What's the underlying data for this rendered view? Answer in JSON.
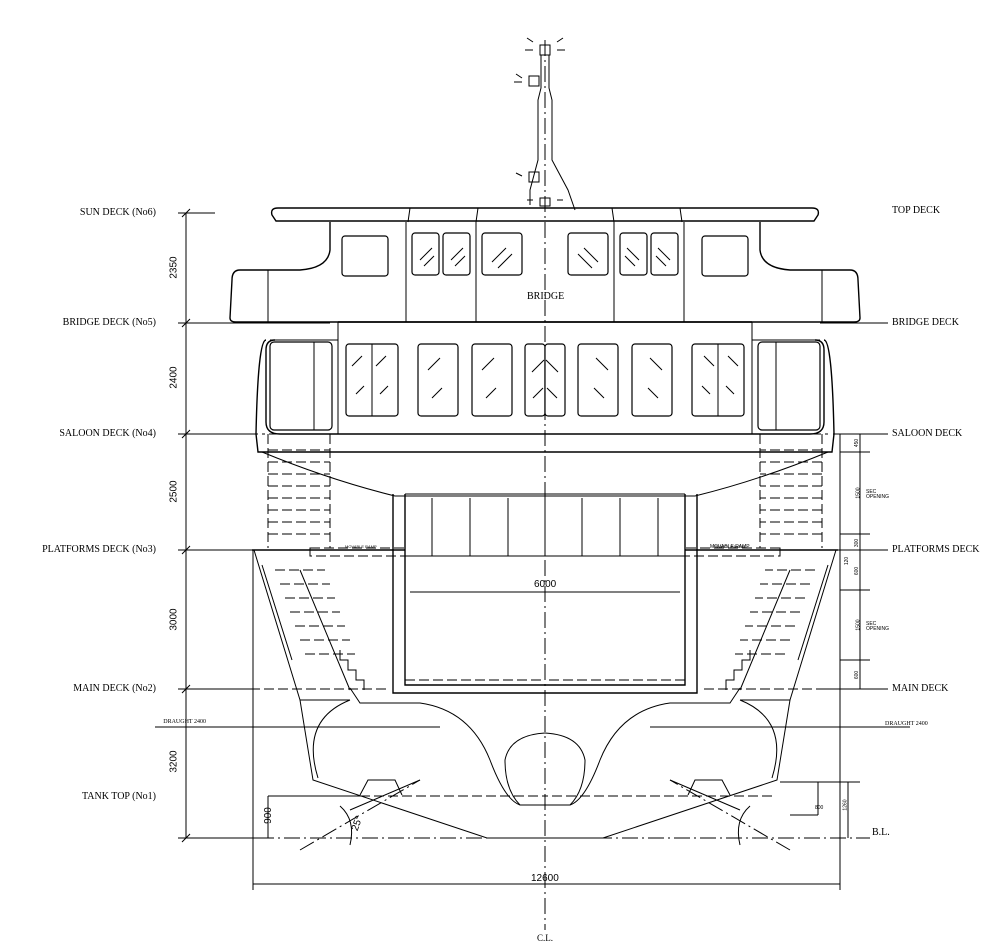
{
  "left_labels": {
    "sun_deck": "SUN DECK (No6)",
    "bridge_deck": "BRIDGE DECK (No5)",
    "saloon_deck": "SALOON DECK (No4)",
    "platforms_deck": "PLATFORMS DECK (No3)",
    "main_deck": "MAIN DECK (No2)",
    "draught": "DRAUGHT 2400",
    "tank_top": "TANK TOP (No1)"
  },
  "right_labels": {
    "top_deck": "TOP DECK",
    "bridge_deck": "BRIDGE DECK",
    "saloon_deck": "SALOON DECK",
    "platforms_deck": "PLATFORMS DECK",
    "main_deck": "MAIN DECK",
    "draught": "DRAUGHT 2400",
    "baseline": "B.L."
  },
  "vertical_dims": [
    "2350",
    "2400",
    "2500",
    "3000",
    "3200",
    "900"
  ],
  "right_dims": {
    "d450": "450",
    "d1500a": "1500",
    "sec_opening": "SEC OPENING",
    "d300": "300",
    "d120": "120",
    "d600a": "600",
    "d1500b": "1500",
    "d600b": "600",
    "d800": "800",
    "d1260": "1260"
  },
  "ramp_label": "MOVABLE RAMP",
  "center_labels": {
    "bridge": "BRIDGE",
    "width_inner": "6000",
    "width_overall": "12600",
    "centerline": "C.L.",
    "angle": "25°"
  }
}
